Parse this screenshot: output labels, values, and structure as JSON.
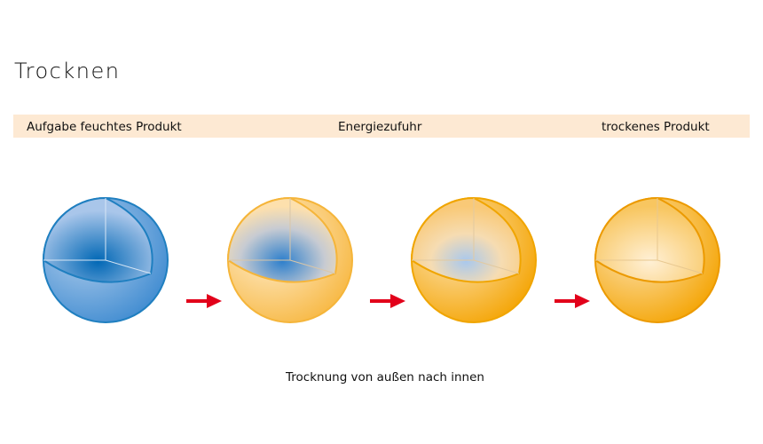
{
  "title": "Trocknen",
  "band": {
    "left": "Aufgabe feuchtes Produkt",
    "center": "Energiezufuhr",
    "right": "trockenes Produkt",
    "color": "#fde9d3"
  },
  "caption": "Trocknung von außen nach innen",
  "colors": {
    "arrow": "#e2001a",
    "wet": "#1f7fc0",
    "dry": "#f0a000"
  }
}
